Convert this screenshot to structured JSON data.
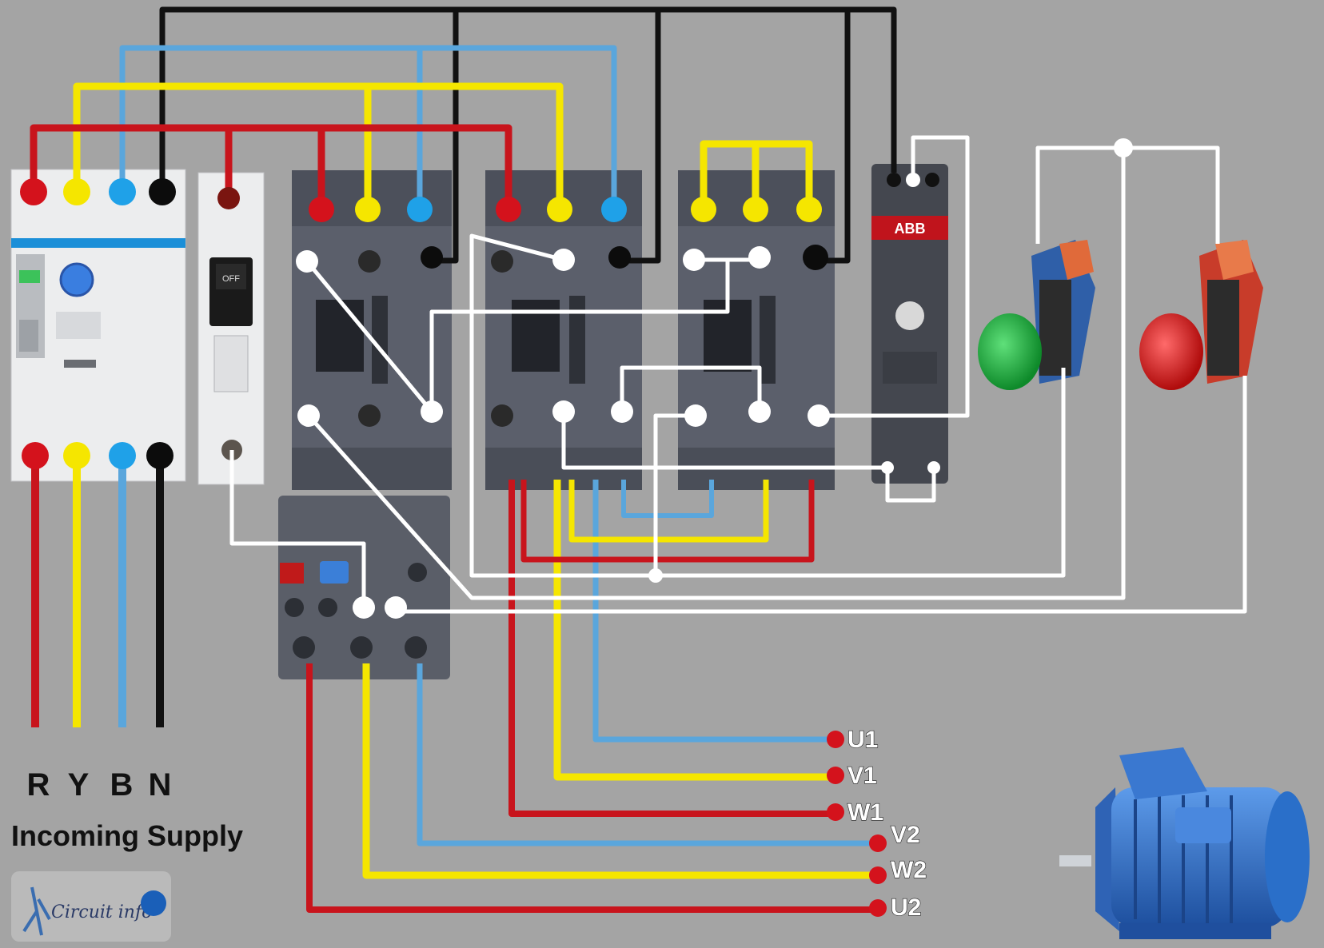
{
  "supply": {
    "phase_labels": [
      "R",
      "Y",
      "B",
      "N"
    ],
    "caption": "Incoming Supply"
  },
  "motor_terminals": {
    "u1": "U1",
    "v1": "V1",
    "w1": "W1",
    "v2": "V2",
    "w2": "W2",
    "u2": "U2"
  },
  "devices": {
    "mcb_handle_text": "OFF",
    "timer_brand": "ABB"
  },
  "logo": {
    "text": "Circuit info"
  },
  "colors": {
    "background": "#a4a4a4",
    "red": "#c8141c",
    "yellow": "#f5e600",
    "blue": "#5aa6dc",
    "black": "#111111",
    "control": "#ffffff",
    "terminal": "#d4121c",
    "contactor": "#5b5f6b",
    "motor": "#2a6fc9",
    "start_button": "#18b03a",
    "stop_button": "#dd1a1a"
  },
  "icons": [
    "rccb-icon",
    "mcb-icon",
    "contactor-icon",
    "overload-relay-icon",
    "timer-relay-icon",
    "start-button-icon",
    "stop-button-icon",
    "motor-icon"
  ]
}
